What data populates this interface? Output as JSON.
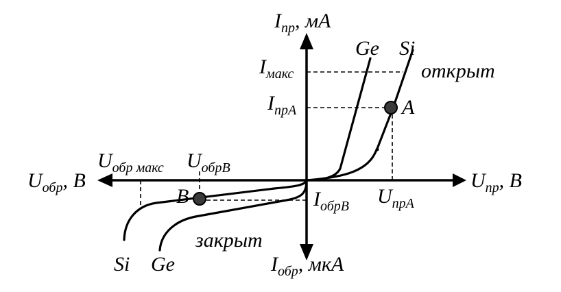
{
  "axes": {
    "y_pos": {
      "main": "I",
      "sub": "пр",
      "unit": ", мА"
    },
    "y_neg": {
      "main": "I",
      "sub": "обр",
      "unit": ", мкА"
    },
    "x_pos": {
      "main": "U",
      "sub": "пр",
      "unit": ", В"
    },
    "x_neg": {
      "main": "U",
      "sub": "обр",
      "unit": ", В"
    }
  },
  "labels": {
    "i_max": {
      "main": "I",
      "sub": "макс"
    },
    "i_pr_a": {
      "main": "I",
      "sub": "прА"
    },
    "u_pr_a": {
      "main": "U",
      "sub": "прА"
    },
    "i_obr_b": {
      "main": "I",
      "sub": "обрВ"
    },
    "u_obr_b": {
      "main": "U",
      "sub": "обрВ"
    },
    "u_obr_max": {
      "main": "U",
      "sub": "обр макс"
    },
    "point_a": "A",
    "point_b": "B",
    "open_state": "открыт",
    "closed_state": "закрыт",
    "ge_forward": "Ge",
    "si_forward": "Si",
    "ge_reverse": "Ge",
    "si_reverse": "Si"
  },
  "colors": {
    "point_fill": "#3a3a3a"
  }
}
